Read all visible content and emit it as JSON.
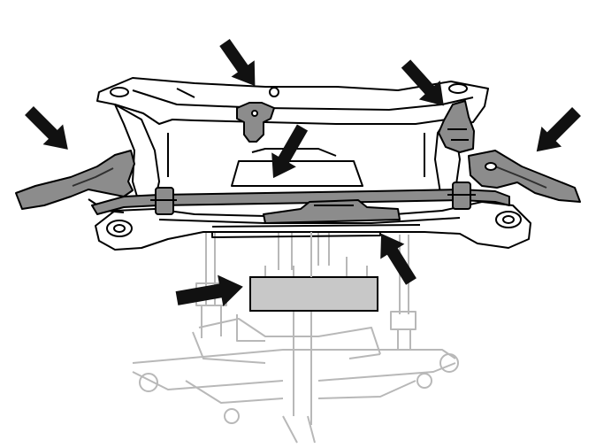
{
  "diagram": {
    "colors": {
      "background": "#ffffff",
      "outline": "#000000",
      "faint_outline": "#b8b8b8",
      "highlight_fill": "#8c8c8c",
      "block_fill": "#c8c8c8",
      "arrow_fill": "#111111"
    },
    "components": [
      "front-subframe",
      "left-control-arm",
      "right-control-arm",
      "center-bracket",
      "right-mount-bracket",
      "stabilizer-bar",
      "center-clamp",
      "transmission-jack",
      "support-block"
    ],
    "arrows": [
      "arrow-left-control-arm",
      "arrow-center-bracket",
      "arrow-stabilizer-bar",
      "arrow-right-mount",
      "arrow-right-control-arm",
      "arrow-center-clamp",
      "arrow-support-block"
    ]
  }
}
